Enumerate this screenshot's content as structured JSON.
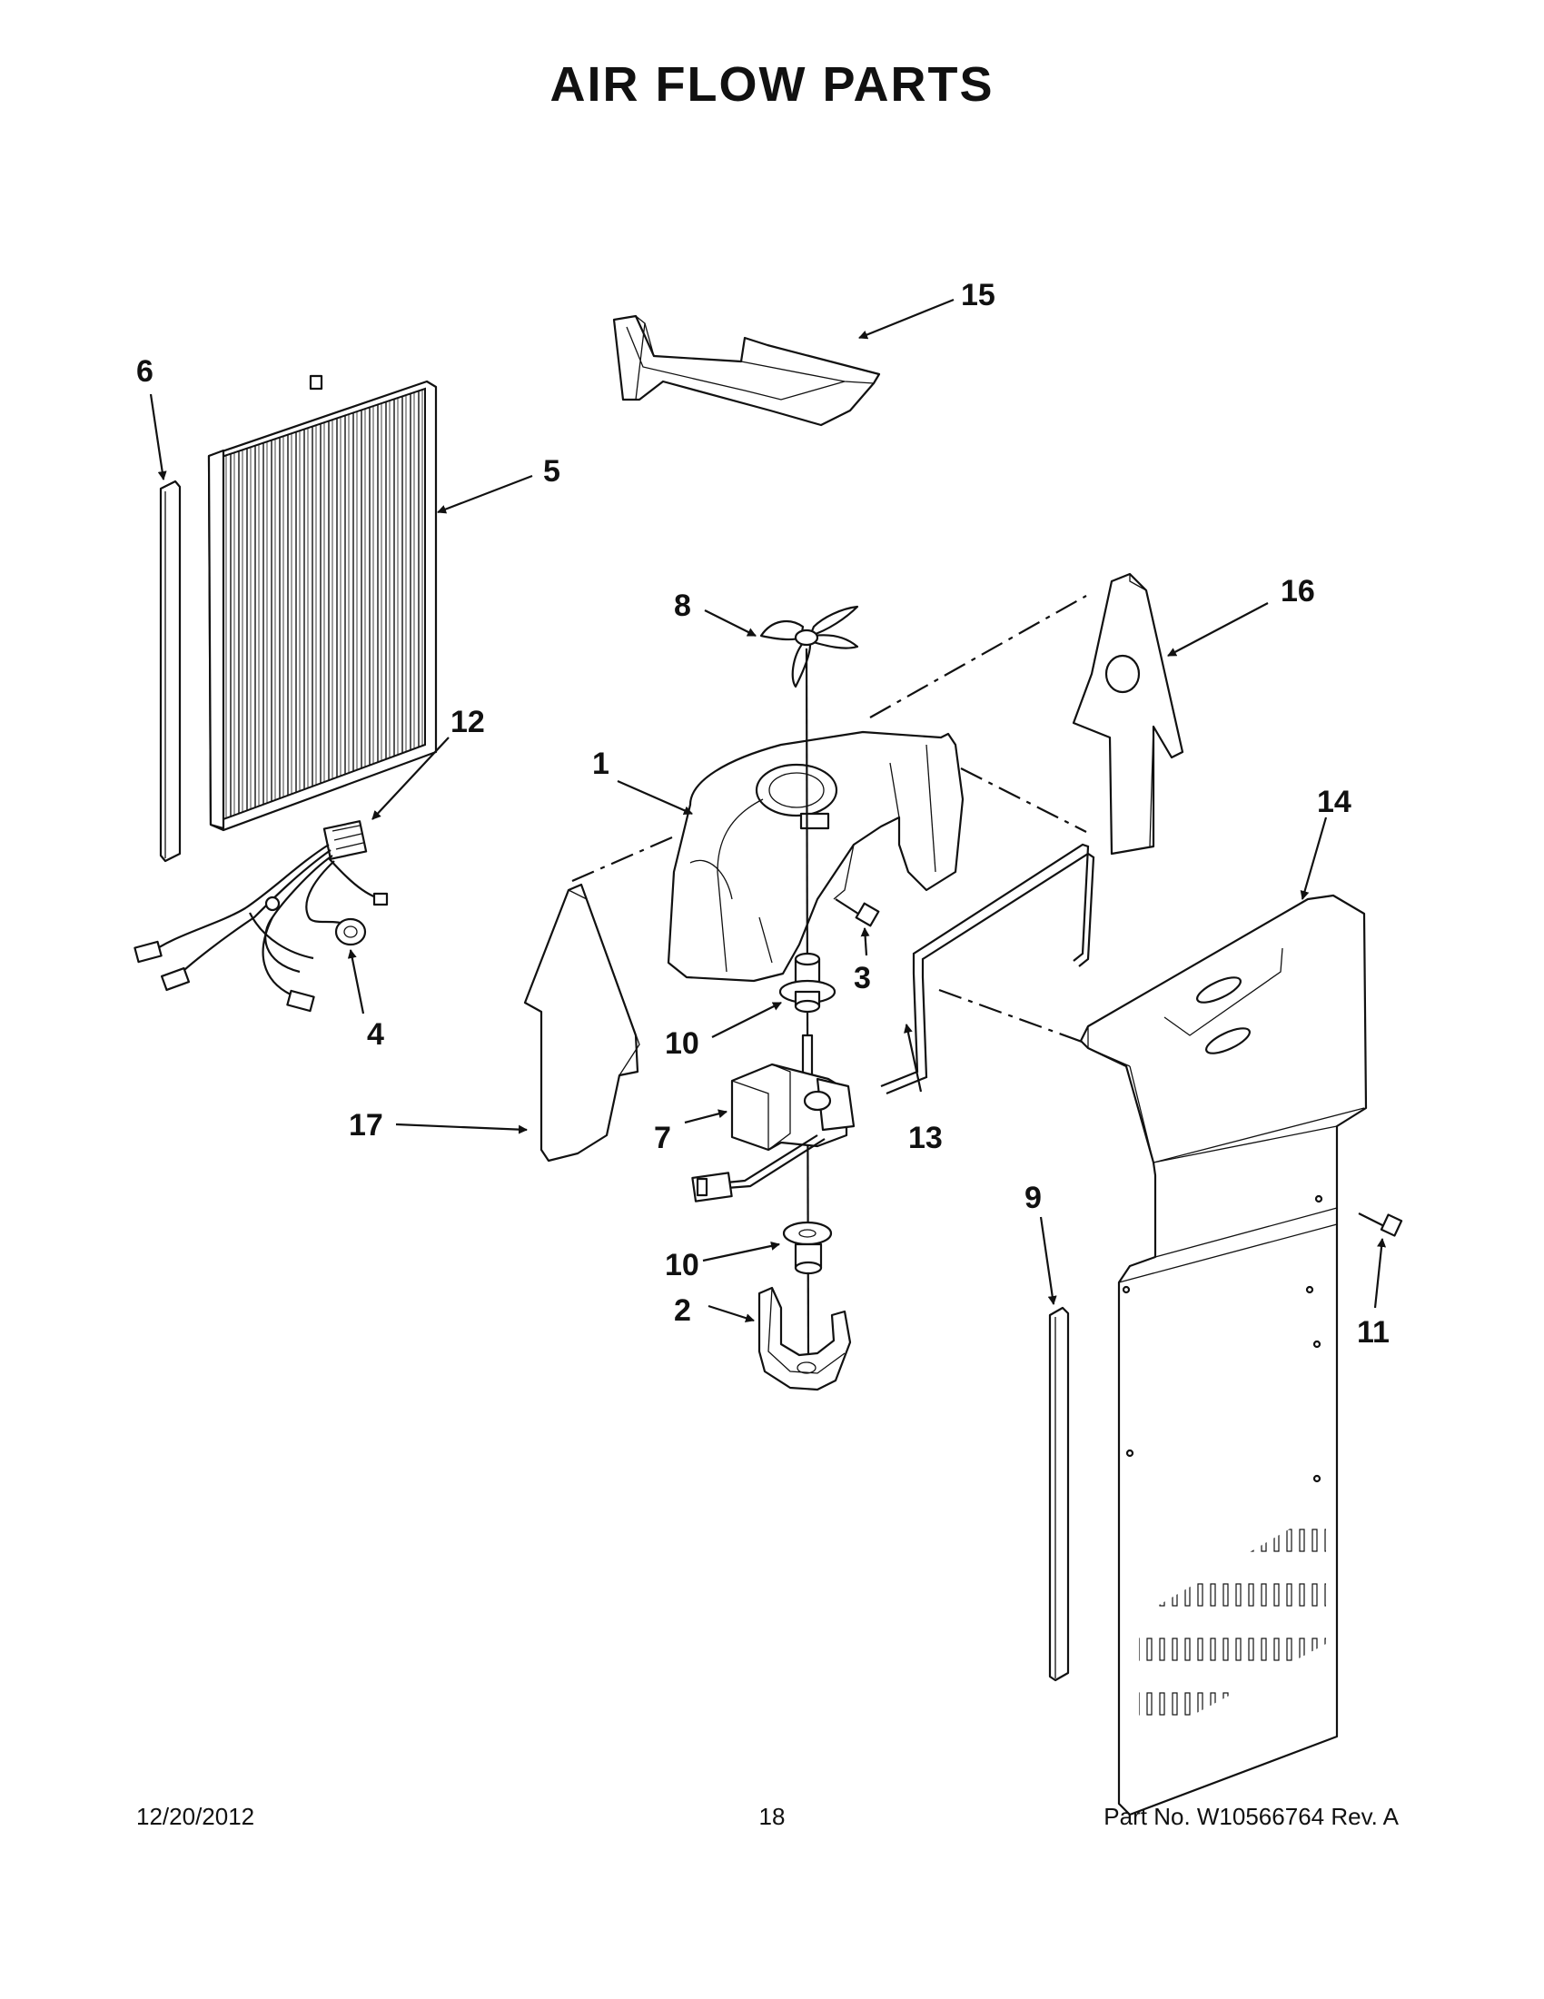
{
  "title": "AIR FLOW PARTS",
  "footer": {
    "date": "12/20/2012",
    "page": "18",
    "part_no": "Part No.  W10566764  Rev.  A"
  },
  "callouts": {
    "c1": "1",
    "c2": "2",
    "c3": "3",
    "c4": "4",
    "c5": "5",
    "c6": "6",
    "c7": "7",
    "c8": "8",
    "c9": "9",
    "c10a": "10",
    "c10b": "10",
    "c11": "11",
    "c12": "12",
    "c13": "13",
    "c14": "14",
    "c15": "15",
    "c16": "16",
    "c17": "17"
  }
}
